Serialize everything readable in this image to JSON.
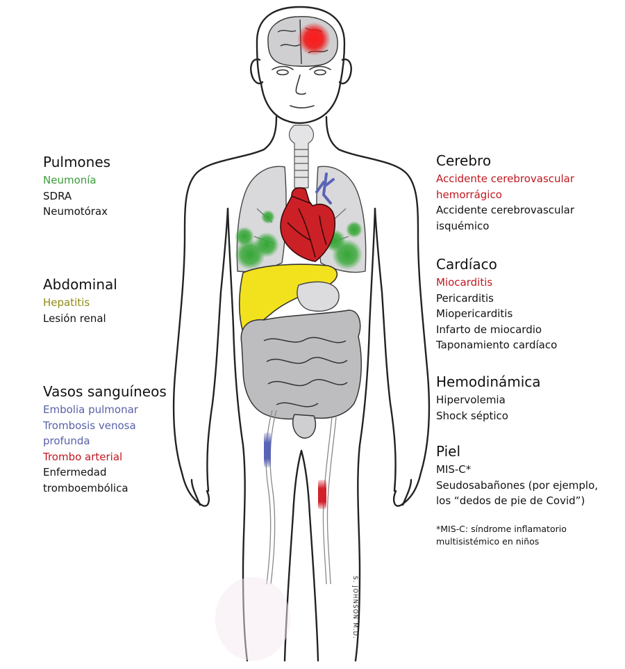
{
  "colors": {
    "red": "#c0171f",
    "green": "#3a9d3a",
    "olive": "#8f8a12",
    "blue": "#5861a8",
    "black": "#111111",
    "liver": "#f2e21d",
    "heart": "#cc2027",
    "lung_infection": "#3eaa3e",
    "brain_bleed": "#e8151b",
    "vessel_blue": "#5a63b6",
    "vessel_red": "#d3202a"
  },
  "sections": {
    "pulmones": {
      "title": "Pulmones",
      "items": [
        {
          "text": "Neumonía",
          "color": "green"
        },
        {
          "text": "SDRA",
          "color": "black"
        },
        {
          "text": "Neumotórax",
          "color": "black"
        }
      ]
    },
    "abdominal": {
      "title": "Abdominal",
      "items": [
        {
          "text": "Hepatitis",
          "color": "olive"
        },
        {
          "text": "Lesión renal",
          "color": "black"
        }
      ]
    },
    "vasos": {
      "title": "Vasos sanguíneos",
      "items": [
        {
          "text": "Embolia pulmonar",
          "color": "blue"
        },
        {
          "text": "Trombosis venosa",
          "color": "blue"
        },
        {
          "text": "profunda",
          "color": "blue"
        },
        {
          "text": "Trombo arterial",
          "color": "red"
        },
        {
          "text": "Enfermedad",
          "color": "black"
        },
        {
          "text": "tromboembólica",
          "color": "black"
        }
      ]
    },
    "cerebro": {
      "title": "Cerebro",
      "items": [
        {
          "text": "Accidente cerebrovascular",
          "color": "red"
        },
        {
          "text": "hemorrágico",
          "color": "red"
        },
        {
          "text": "Accidente cerebrovascular",
          "color": "black"
        },
        {
          "text": "isquémico",
          "color": "black"
        }
      ]
    },
    "cardiaco": {
      "title": "Cardíaco",
      "items": [
        {
          "text": "Miocarditis",
          "color": "red"
        },
        {
          "text": "Pericarditis",
          "color": "black"
        },
        {
          "text": "Miopericarditis",
          "color": "black"
        },
        {
          "text": "Infarto de miocardio",
          "color": "black"
        },
        {
          "text": "Taponamiento cardíaco",
          "color": "black"
        }
      ]
    },
    "hemodinamica": {
      "title": "Hemodinámica",
      "items": [
        {
          "text": "Hipervolemia",
          "color": "black"
        },
        {
          "text": "Shock séptico",
          "color": "black"
        }
      ]
    },
    "piel": {
      "title": "Piel",
      "items": [
        {
          "text": "MIS-C*",
          "color": "black"
        },
        {
          "text": "Seudosabañones (por ejemplo,",
          "color": "black"
        },
        {
          "text": "los “dedos de pie de Covid”)",
          "color": "black"
        }
      ]
    }
  },
  "footnote": {
    "line1": "*MIS-C: síndrome inflamatorio",
    "line2": "multisistémico en niños"
  },
  "signature": "S. JOHNSON M.D."
}
